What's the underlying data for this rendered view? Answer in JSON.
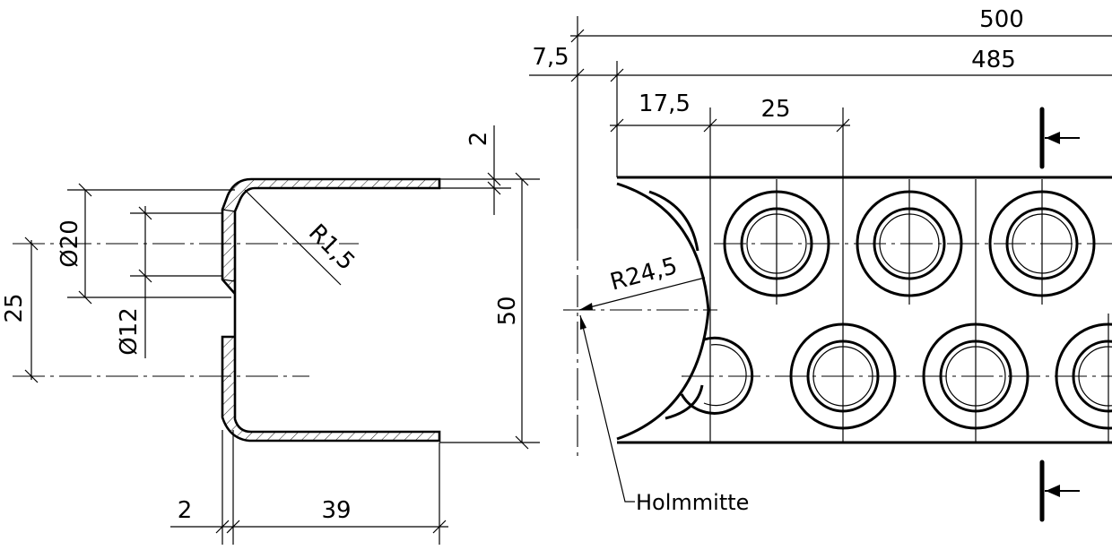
{
  "dimensions": {
    "total_length": "500",
    "inner_length": "485",
    "offset": "7,5",
    "first_pitch": "17,5",
    "pitch": "25",
    "end_radius": "R24,5",
    "wall_thickness_top": "2",
    "height": "50",
    "center_height": "25",
    "bead_diameter": "Ø20",
    "hole_diameter": "Ø12",
    "bend_radius": "R1,5",
    "wall_thickness_bottom": "2",
    "flange_width": "39"
  },
  "labels": {
    "holm_center": "Holmmitte"
  }
}
